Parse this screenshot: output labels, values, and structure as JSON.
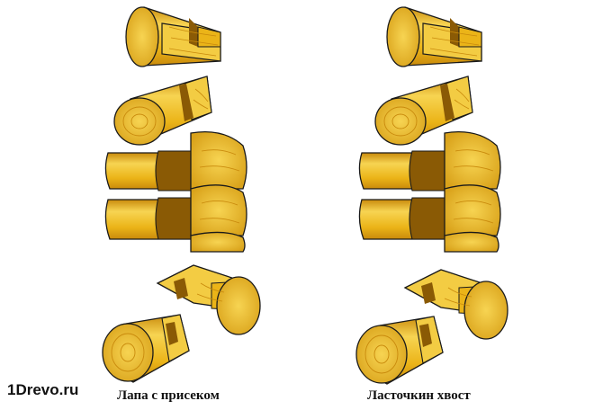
{
  "watermark": "1Drevo.ru",
  "captions": {
    "left": "Лапа с присеком",
    "right": "Ласточкин хвост"
  },
  "colors": {
    "wood": "#EBB418",
    "wood_light": "#F7D452",
    "wood_dark": "#C98A0C",
    "cut_face": "#F3CC43",
    "shadow": "#8A5A05",
    "outline": "#1A1A1A",
    "background": "#FFFFFF"
  }
}
